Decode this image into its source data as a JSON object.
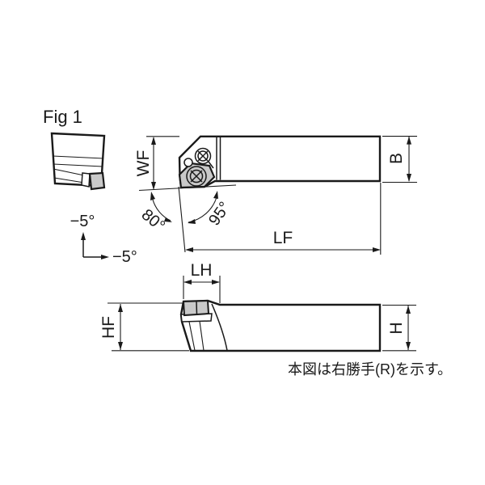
{
  "figure": {
    "title": "Fig 1",
    "note": "本図は右勝手(R)を示す。"
  },
  "end_view": {
    "rake_angle_back": "−5°",
    "rake_angle_side": "−5°"
  },
  "side_view": {
    "dim_width_wf": "WF",
    "dim_shank_b": "B",
    "dim_length_lf": "LF",
    "angle_insert_included": "80°",
    "angle_lead": "95°"
  },
  "top_view": {
    "dim_head_lh": "LH",
    "dim_height_hf": "HF",
    "dim_shank_h": "H"
  },
  "colors": {
    "line": "#1a1a1a",
    "insert_fill": "#c9c9c9",
    "background": "#ffffff"
  }
}
